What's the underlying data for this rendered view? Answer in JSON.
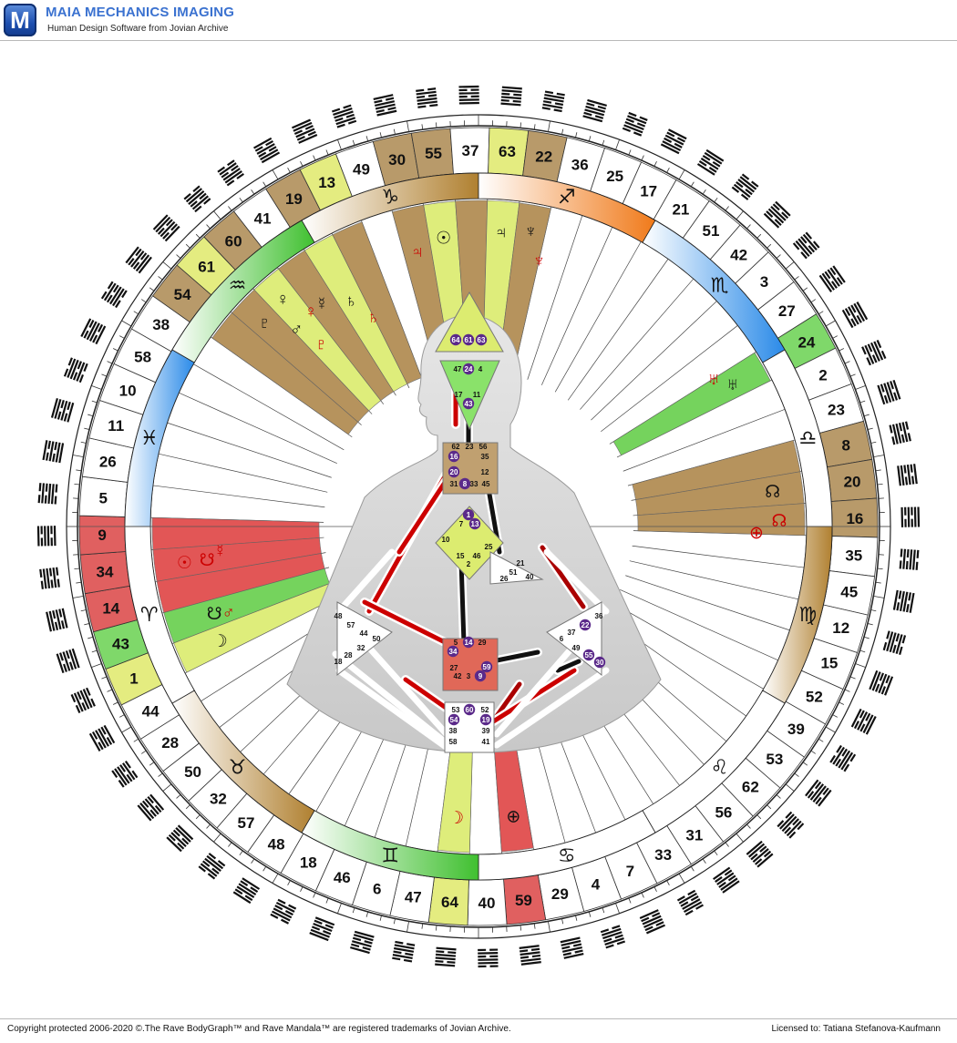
{
  "header": {
    "logo_letter": "M",
    "title": "MAIA MECHANICS IMAGING",
    "subtitle": "Human Design Software from Jovian Archive"
  },
  "footer": {
    "copyright": "Copyright protected 2006-2020 ©.The Rave BodyGraph™ and Rave Mandala™ are registered trademarks of Jovian Archive.",
    "license": "Licensed to:  Tatiana Stefanova-Kaufmann"
  },
  "mandala": {
    "gate_ring": [
      "41",
      "19",
      "13",
      "49",
      "30",
      "55",
      "37",
      "63",
      "22",
      "36",
      "25",
      "17",
      "21",
      "51",
      "42",
      "3",
      "27",
      "24",
      "2",
      "23",
      "8",
      "20",
      "16",
      "35",
      "45",
      "12",
      "15",
      "52",
      "39",
      "53",
      "62",
      "56",
      "31",
      "33",
      "7",
      "4",
      "29",
      "59",
      "40",
      "64",
      "47",
      "6",
      "46",
      "18",
      "48",
      "57",
      "32",
      "50",
      "28",
      "44",
      "1",
      "43",
      "14",
      "34",
      "9",
      "5",
      "26",
      "11",
      "10",
      "58",
      "38",
      "54",
      "61",
      "60"
    ],
    "highlight_gates": {
      "60": "#b89a6a",
      "61": "#e4ec80",
      "54": "#b89a6a",
      "19": "#b89a6a",
      "13": "#e4ec80",
      "30": "#b89a6a",
      "55": "#b89a6a",
      "63": "#e4ec80",
      "22": "#b89a6a",
      "24": "#7fd86a",
      "8": "#b89a6a",
      "20": "#b89a6a",
      "16": "#b89a6a",
      "9": "#e06060",
      "34": "#e06060",
      "14": "#e06060",
      "43": "#7fd86a",
      "1": "#e4ec80",
      "64": "#e4ec80",
      "59": "#e06060"
    },
    "zodiac_signs": [
      "♑",
      "♐",
      "♏",
      "♎",
      "♍",
      "♌",
      "♋",
      "♊",
      "♉",
      "♈",
      "♓",
      "♒"
    ],
    "planets": {
      "pluto": "♇",
      "venus": "♀",
      "mars": "♂",
      "saturn": "♄",
      "jupiter": "♃",
      "earth": "⊕",
      "sun": "☉",
      "neptune": "♆",
      "uranus": "♅",
      "moon": "☽",
      "node_south": "☋",
      "node_north": "☊",
      "mercury": "☿"
    },
    "bodygraph": {
      "head_gates": [
        "64",
        "61",
        "63"
      ],
      "ajna_gates": [
        "47",
        "24",
        "4",
        "17",
        "11",
        "43"
      ],
      "throat_gates": [
        "62",
        "23",
        "56",
        "16",
        "35",
        "20",
        "12",
        "31",
        "8",
        "33",
        "45"
      ],
      "g_gates": [
        "1",
        "7",
        "13",
        "10",
        "25",
        "15",
        "46",
        "2"
      ],
      "heart_gates": [
        "21",
        "51",
        "26",
        "40"
      ],
      "spleen_gates": [
        "48",
        "57",
        "44",
        "50",
        "32",
        "28",
        "18"
      ],
      "sacral_gates": [
        "5",
        "14",
        "29",
        "34",
        "27",
        "42",
        "3",
        "9",
        "59"
      ],
      "solar_gates": [
        "36",
        "22",
        "37",
        "6",
        "49",
        "55",
        "30"
      ],
      "root_gates": [
        "53",
        "60",
        "52",
        "54",
        "19",
        "38",
        "39",
        "58",
        "41"
      ]
    },
    "colors": {
      "personality": "#e02020",
      "design": "#111111",
      "brown": "#b08a50",
      "yellow": "#dcec70",
      "green": "#6ad050",
      "red": "#e04848",
      "blue": "#2f90e0",
      "orange": "#f08a2a"
    }
  }
}
